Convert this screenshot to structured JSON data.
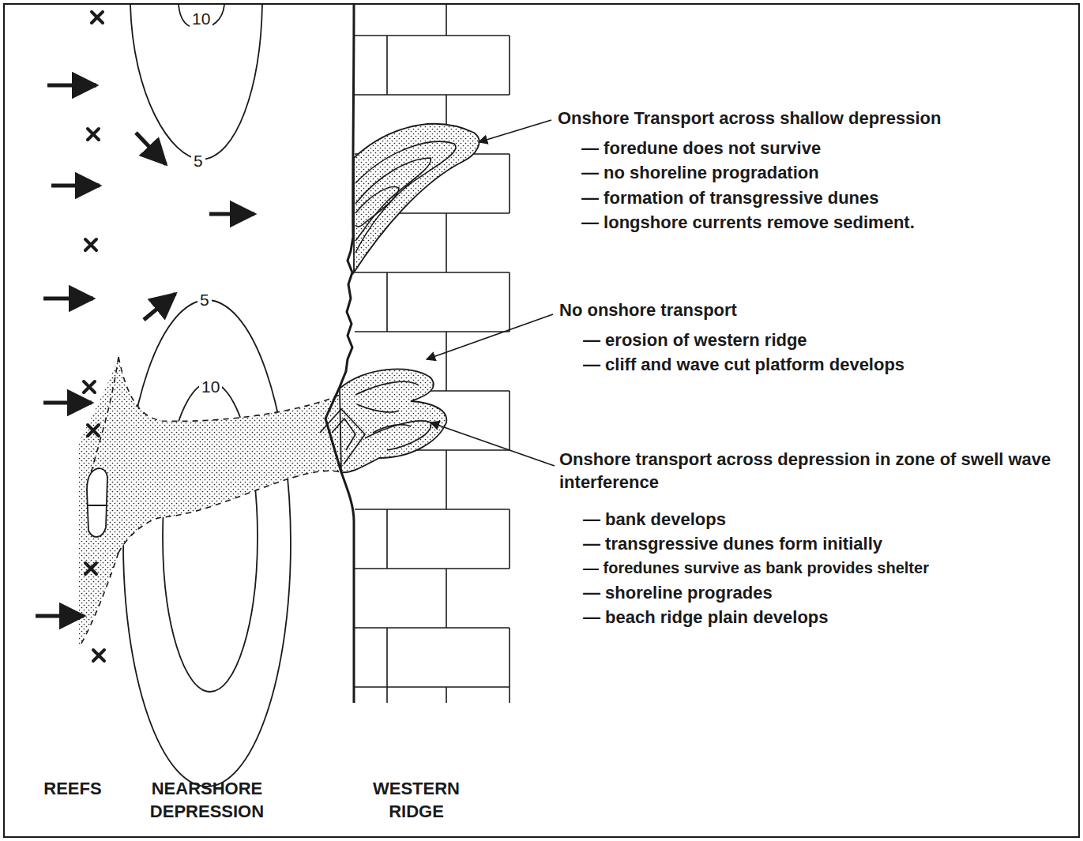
{
  "diagram": {
    "labels": [
      "10",
      "5",
      "5",
      "10",
      "Onshore Transport across shallow depression",
      "— foredune does not survive",
      "— no shoreline progradation",
      "— formation of transgressive dunes",
      "— longshore currents remove sediment.",
      "No onshore transport",
      "— erosion of western ridge",
      "— cliff and wave cut platform develops",
      "Onshore transport across depression in zone of swell wave interference",
      "— bank develops",
      "— transgressive dunes form initially",
      "— foredunes survive as bank provides shelter",
      "— shoreline progrades",
      "— beach ridge plain develops",
      "REEFS",
      "NEARSHORE DEPRESSION",
      "WESTERN RIDGE"
    ]
  }
}
